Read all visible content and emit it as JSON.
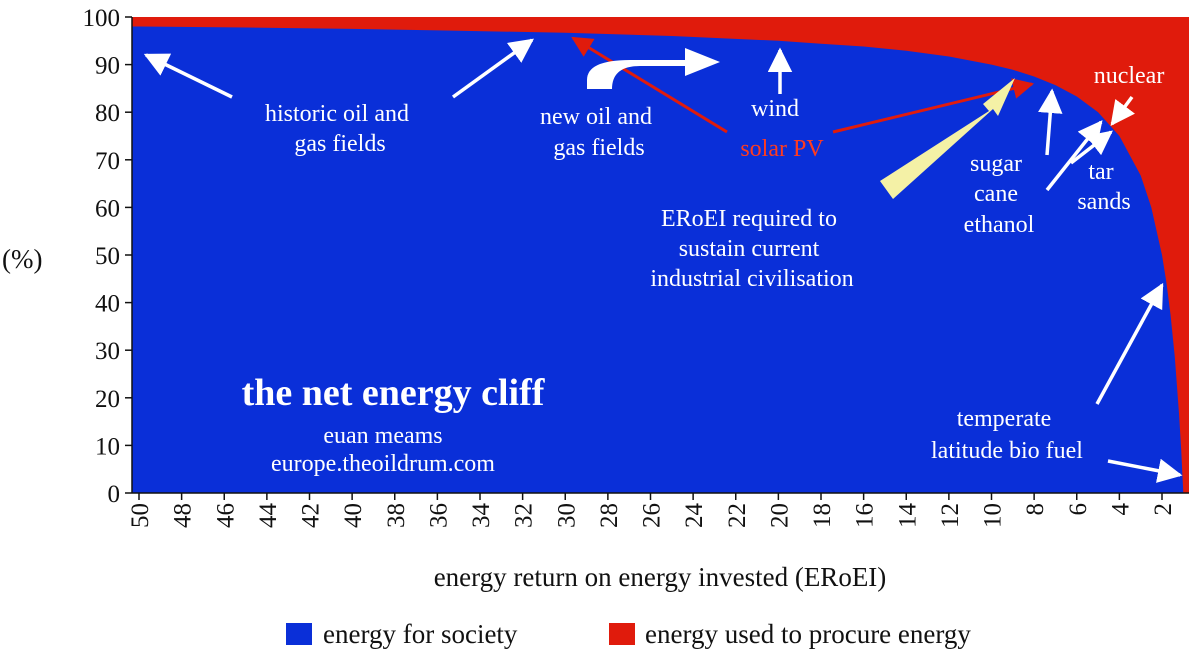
{
  "chart_data": {
    "type": "area",
    "title": "the net energy cliff",
    "credit": [
      "euan meams",
      "europe.theoildrum.com"
    ],
    "xlabel": "energy return on energy invested (ERoEI)",
    "ylabel": "(%)",
    "xlim": [
      50,
      1
    ],
    "ylim": [
      0,
      100
    ],
    "x_ticks": [
      50,
      48,
      46,
      44,
      42,
      40,
      38,
      36,
      34,
      32,
      30,
      28,
      26,
      24,
      22,
      20,
      18,
      16,
      14,
      12,
      10,
      8,
      6,
      4,
      2
    ],
    "y_ticks": [
      0,
      10,
      20,
      30,
      40,
      50,
      60,
      70,
      80,
      90,
      100
    ],
    "series": [
      {
        "name": "energy for society",
        "color": "#0a2fd8"
      },
      {
        "name": "energy used to procure energy",
        "color": "#e01b0c"
      }
    ],
    "curve": {
      "x": [
        50,
        45,
        40,
        35,
        30,
        25,
        20,
        18,
        16,
        14,
        12,
        10,
        9,
        8,
        7,
        6,
        5,
        4,
        3,
        2.5,
        2,
        1.8,
        1.6,
        1.4,
        1.2,
        1.1,
        1
      ],
      "society_pct": [
        98,
        97.8,
        97.5,
        97.1,
        96.7,
        96,
        95,
        94.4,
        93.8,
        92.9,
        91.7,
        90,
        88.9,
        87.5,
        85.7,
        83.3,
        80,
        75,
        66.7,
        60,
        50,
        44.4,
        37.5,
        28.6,
        16.7,
        9.1,
        0
      ]
    },
    "annotations": [
      {
        "id": "historic",
        "lines": [
          "historic oil and",
          "gas fields"
        ],
        "color": "white"
      },
      {
        "id": "newoil",
        "lines": [
          "new oil and",
          "gas fields"
        ],
        "color": "white"
      },
      {
        "id": "wind",
        "lines": [
          "wind"
        ],
        "color": "white"
      },
      {
        "id": "solar",
        "lines": [
          "solar PV"
        ],
        "color": "red"
      },
      {
        "id": "eroei",
        "lines": [
          "ERoEI required to",
          "sustain current",
          "industrial civilisation"
        ],
        "color": "white"
      },
      {
        "id": "sugar",
        "lines": [
          "sugar",
          "cane",
          "ethanol"
        ],
        "color": "white"
      },
      {
        "id": "tar",
        "lines": [
          "tar",
          "sands"
        ],
        "color": "white"
      },
      {
        "id": "nuclear",
        "lines": [
          "nuclear"
        ],
        "color": "white"
      },
      {
        "id": "biofuel",
        "lines": [
          "temperate",
          "latitude bio fuel"
        ],
        "color": "white"
      }
    ],
    "grid": false,
    "legend_position": "bottom"
  }
}
